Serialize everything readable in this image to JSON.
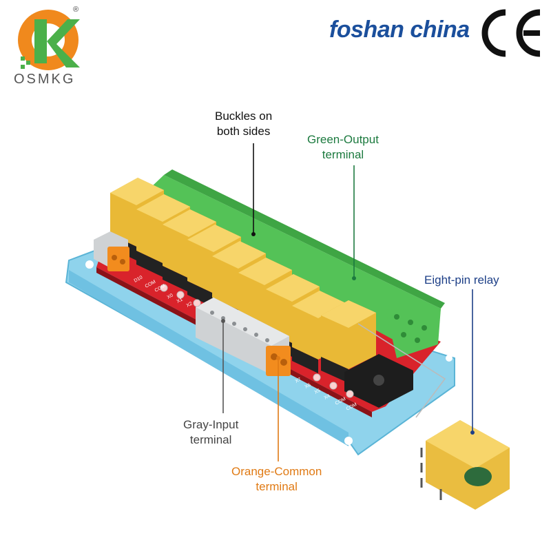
{
  "header": {
    "brand_name": "OSMKG",
    "registered_mark": "®",
    "tagline": "foshan china",
    "certification_mark": "CE"
  },
  "callouts": {
    "buckles": [
      "Buckles on",
      "both sides"
    ],
    "green_output": [
      "Green-Output",
      "terminal"
    ],
    "eight_pin_relay": [
      "Eight-pin relay"
    ],
    "gray_input": [
      "Gray-Input",
      "terminal"
    ],
    "orange_common": [
      "Orange-Common",
      "terminal"
    ]
  },
  "board_silkscreen": {
    "top_row": [
      "D10",
      "COM",
      "COM",
      "X0",
      "X1",
      "X2"
    ],
    "bottom_row": [
      "X7",
      "X6",
      "X5",
      "X4",
      "COM",
      "COM"
    ]
  },
  "colors": {
    "brand_orange": "#f0891d",
    "brand_green": "#4bb04a",
    "tagline_blue": "#1b4f9c",
    "rail_blue": "#8fd3ec",
    "board_red": "#d9232b",
    "relay_amber": "#e9b936",
    "terminal_green": "#54c257",
    "terminal_gray": "#cfd2d4",
    "terminal_orange": "#f28c1e"
  },
  "product": {
    "relay_count": 8,
    "icon": "relay-module-photo"
  }
}
